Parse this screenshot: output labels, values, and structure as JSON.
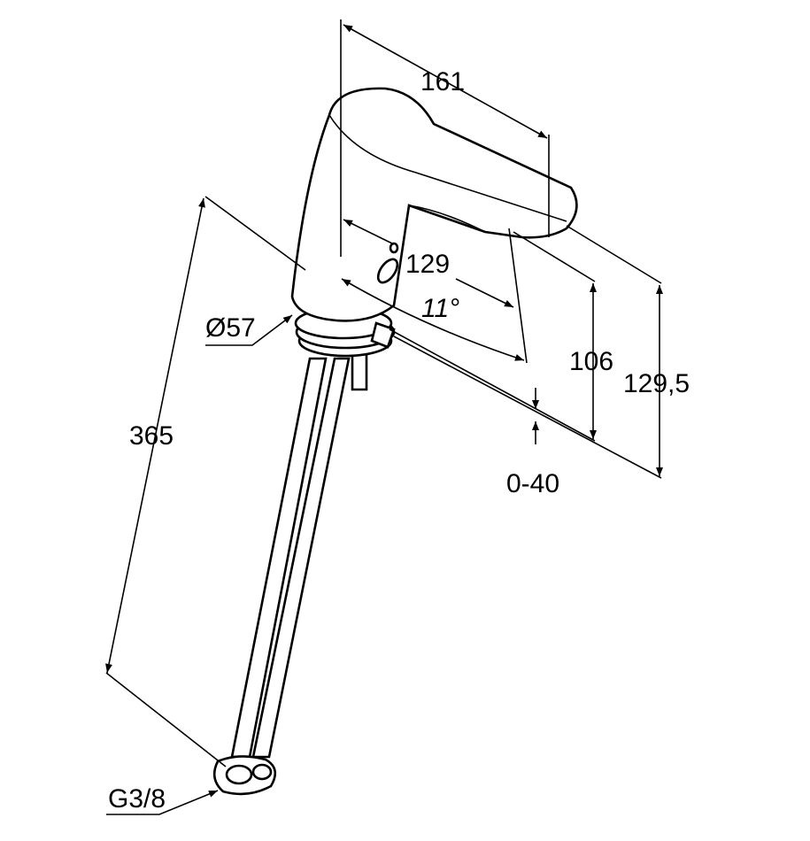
{
  "drawing": {
    "dimensions": {
      "spout_length": "161",
      "spout_reach": "129",
      "spout_angle": "11°",
      "base_diameter": "Ø57",
      "hose_length": "365",
      "outlet_height": "106",
      "total_height": "129,5",
      "deck_thickness": "0-40",
      "connection_thread": "G3/8"
    }
  }
}
